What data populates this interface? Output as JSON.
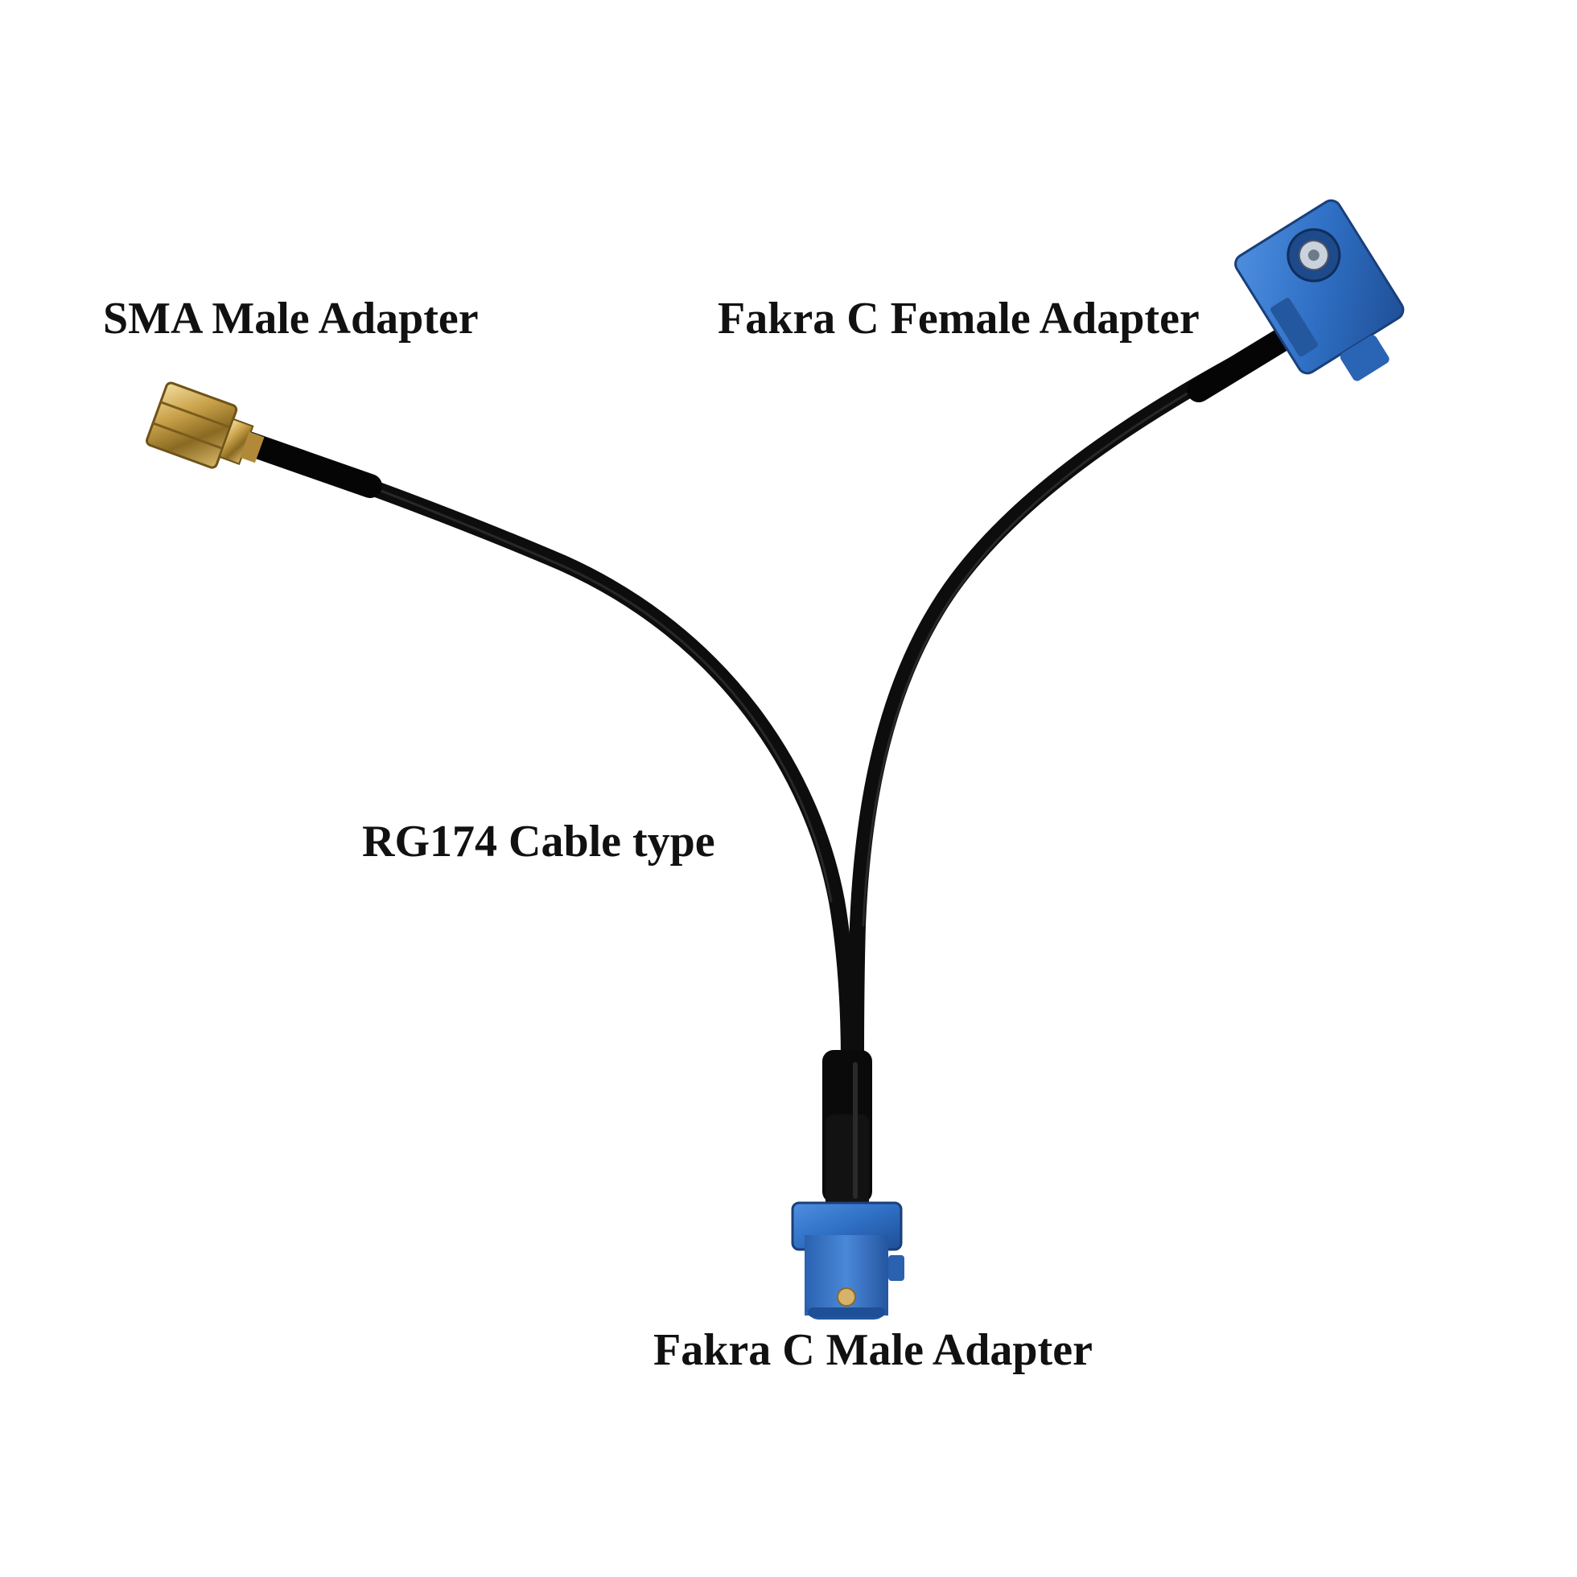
{
  "labels": {
    "sma_male": "SMA Male Adapter",
    "fakra_female": "Fakra C Female Adapter",
    "cable_type": "RG174 Cable type",
    "fakra_male": "Fakra C Male Adapter"
  },
  "colors": {
    "background": "#ffffff",
    "label_text": "#111111",
    "cable": "#0d0d0d",
    "fakra_blue": "#2f6fc4",
    "sma_gold": "#c9a24a"
  },
  "components": [
    {
      "name": "sma-male-connector",
      "finish": "gold"
    },
    {
      "name": "fakra-c-female-connector",
      "color": "blue",
      "orientation": "right-angle"
    },
    {
      "name": "fakra-c-male-connector",
      "color": "blue",
      "orientation": "straight"
    },
    {
      "name": "rg174-cable",
      "topology": "y-splitter"
    }
  ]
}
